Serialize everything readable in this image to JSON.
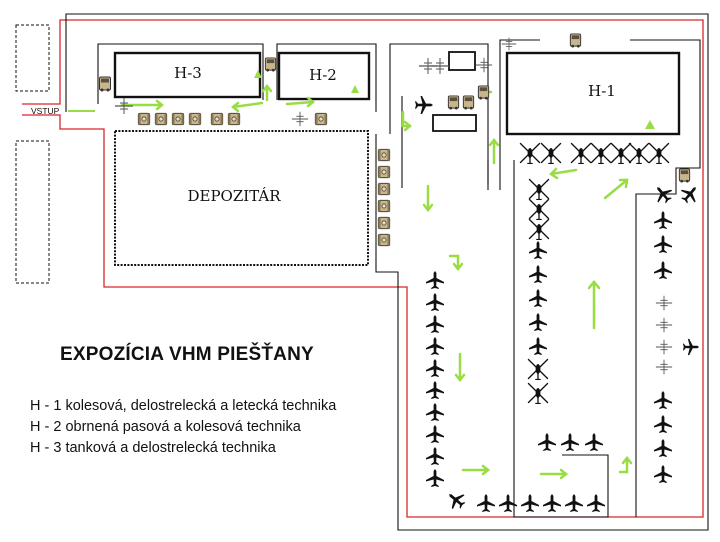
{
  "map": {
    "title": "EXPOZÍCIA  VHM  PIEŠŤANY",
    "entrance_label": "VSTUP",
    "depot_label": "DEPOZITÁR",
    "halls": [
      {
        "id": "H-3",
        "label": "H-3"
      },
      {
        "id": "H-2",
        "label": "H-2"
      },
      {
        "id": "H-1",
        "label": "H-1"
      }
    ],
    "legend": [
      "H - 1 kolesová, delostrelecká a letecká technika",
      "H - 2 obrnená pasová a kolesová technika",
      "H - 3 tanková a delostrelecká technika"
    ],
    "colors": {
      "route_red": "#d9262b",
      "arrow_green": "#99dd44",
      "vehicle_tan": "#c8b58a",
      "aircraft": "#111111",
      "building": "#111111"
    },
    "icons": [
      "aircraft-icon",
      "helicopter-icon",
      "tank-icon",
      "bus-icon",
      "artillery-icon",
      "direction-arrow-icon"
    ]
  }
}
